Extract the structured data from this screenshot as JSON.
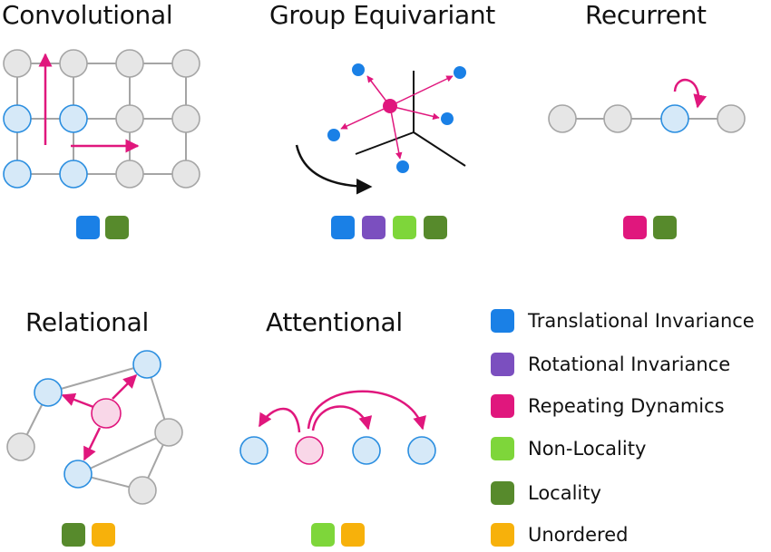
{
  "panels": {
    "convolutional": {
      "title": "Convolutional",
      "properties": [
        "translational",
        "locality"
      ]
    },
    "group_equivariant": {
      "title": "Group Equivariant",
      "properties": [
        "translational",
        "rotational",
        "nonlocality",
        "locality"
      ]
    },
    "recurrent": {
      "title": "Recurrent",
      "properties": [
        "repeating",
        "locality"
      ]
    },
    "relational": {
      "title": "Relational",
      "properties": [
        "locality",
        "unordered"
      ]
    },
    "attentional": {
      "title": "Attentional",
      "properties": [
        "nonlocality",
        "unordered"
      ]
    }
  },
  "legend": {
    "translational": {
      "label": "Translational Invariance",
      "color": "#1a80e6"
    },
    "rotational": {
      "label": "Rotational Invariance",
      "color": "#7b4fbf"
    },
    "repeating": {
      "label": "Repeating Dynamics",
      "color": "#e0177d"
    },
    "nonlocality": {
      "label": "Non-Locality",
      "color": "#7ed63a"
    },
    "locality": {
      "label": "Locality",
      "color": "#578a2c"
    },
    "unordered": {
      "label": "Unordered",
      "color": "#f7b10b"
    }
  },
  "colors": {
    "node_gray_fill": "#e6e6e6",
    "node_gray_stroke": "#a5a5a5",
    "node_blue_fill": "#d6e9f8",
    "node_blue_stroke": "#2a8ee0",
    "node_pink_fill": "#f9d7e8",
    "node_pink_stroke": "#e0177d",
    "edge": "#a5a5a5",
    "arrow_pink": "#e0177d",
    "dot_blue": "#1a80e6"
  }
}
